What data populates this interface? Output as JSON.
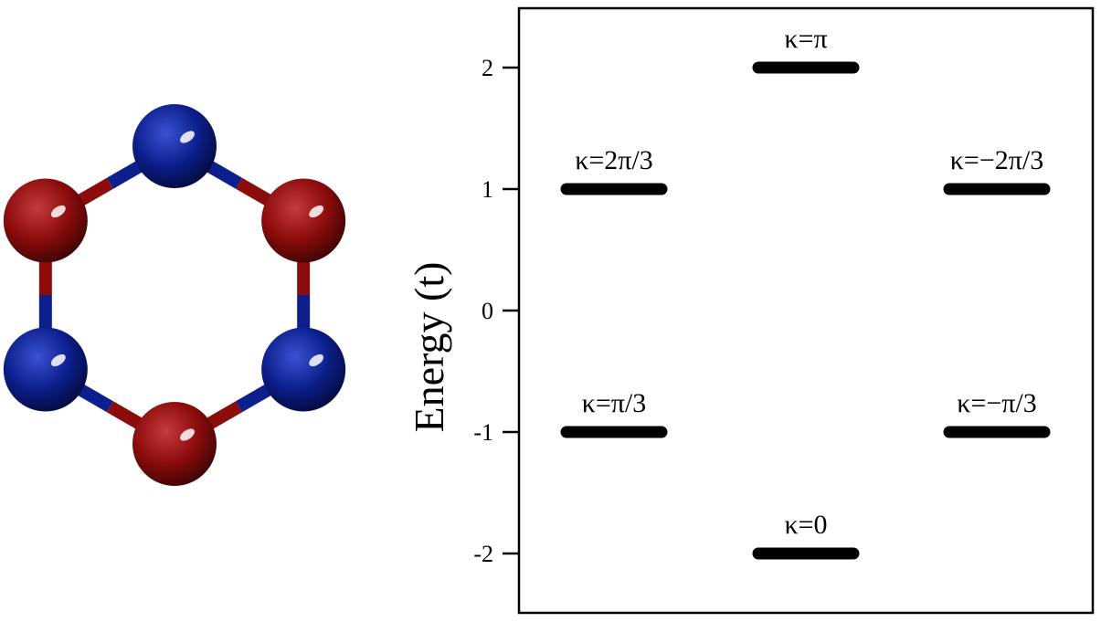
{
  "chart_data": {
    "type": "scatter",
    "ylabel": "Energy (t)",
    "ylim": [
      -2.5,
      2.5
    ],
    "yticks": [
      2,
      1,
      0,
      -1,
      -2
    ],
    "ytick_labels": [
      "2",
      "1",
      "0",
      "-1",
      "-2"
    ],
    "grid": false,
    "columns": [
      "left",
      "center",
      "right"
    ],
    "levels": [
      {
        "label": "κ=π",
        "energy": 2,
        "column": "center"
      },
      {
        "label": "κ=2π/3",
        "energy": 1,
        "column": "left"
      },
      {
        "label": "κ=−2π/3",
        "energy": 1,
        "column": "right"
      },
      {
        "label": "κ=π/3",
        "energy": -1,
        "column": "left"
      },
      {
        "label": "κ=−π/3",
        "energy": -1,
        "column": "right"
      },
      {
        "label": "κ=0",
        "energy": -2,
        "column": "center"
      }
    ]
  },
  "molecule": {
    "atoms": [
      {
        "position": "top",
        "color": "#0c1f8c"
      },
      {
        "position": "upper-right",
        "color": "#8c0c0c"
      },
      {
        "position": "lower-right",
        "color": "#0c1f8c"
      },
      {
        "position": "bottom",
        "color": "#8c0c0c"
      },
      {
        "position": "lower-left",
        "color": "#0c1f8c"
      },
      {
        "position": "upper-left",
        "color": "#8c0c0c"
      }
    ],
    "colors": {
      "blue": "#0c1f8c",
      "red": "#8c0c0c"
    }
  }
}
